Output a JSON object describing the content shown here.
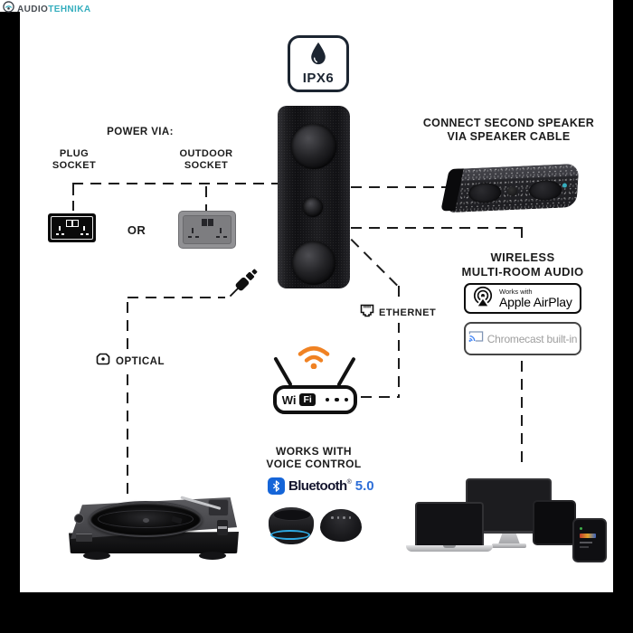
{
  "colors": {
    "accent_teal": "#35aebe",
    "wifi_orange": "#f08223",
    "bluetooth_blue": "#1565d8",
    "chromecast_blue": "#4285f4",
    "ink": "#1c1c1c"
  },
  "logo": {
    "prefix": "AUDIO",
    "suffix": "TEHNIKA"
  },
  "ipx6": {
    "label": "IPX6"
  },
  "power": {
    "heading": "POWER VIA:",
    "plug": {
      "line1": "PLUG",
      "line2": "SOCKET"
    },
    "or": "OR",
    "outdoor": {
      "line1": "OUTDOOR",
      "line2": "SOCKET"
    }
  },
  "second_speaker": {
    "line1": "CONNECT SECOND SPEAKER",
    "line2": "VIA SPEAKER CABLE"
  },
  "wireless": {
    "line1": "WIRELESS",
    "line2": "MULTI-ROOM AUDIO",
    "airplay": {
      "small": "Works with",
      "label": "Apple AirPlay"
    },
    "chromecast": {
      "label": "Chromecast built-in"
    }
  },
  "ethernet": {
    "label": "ETHERNET"
  },
  "router": {
    "wi": "Wi",
    "fi": "Fi"
  },
  "optical": {
    "label": "OPTICAL"
  },
  "voice": {
    "line1": "WORKS WITH",
    "line2": "VOICE CONTROL",
    "bluetooth": {
      "label": "Bluetooth",
      "reg": "®",
      "version": "5.0"
    }
  }
}
